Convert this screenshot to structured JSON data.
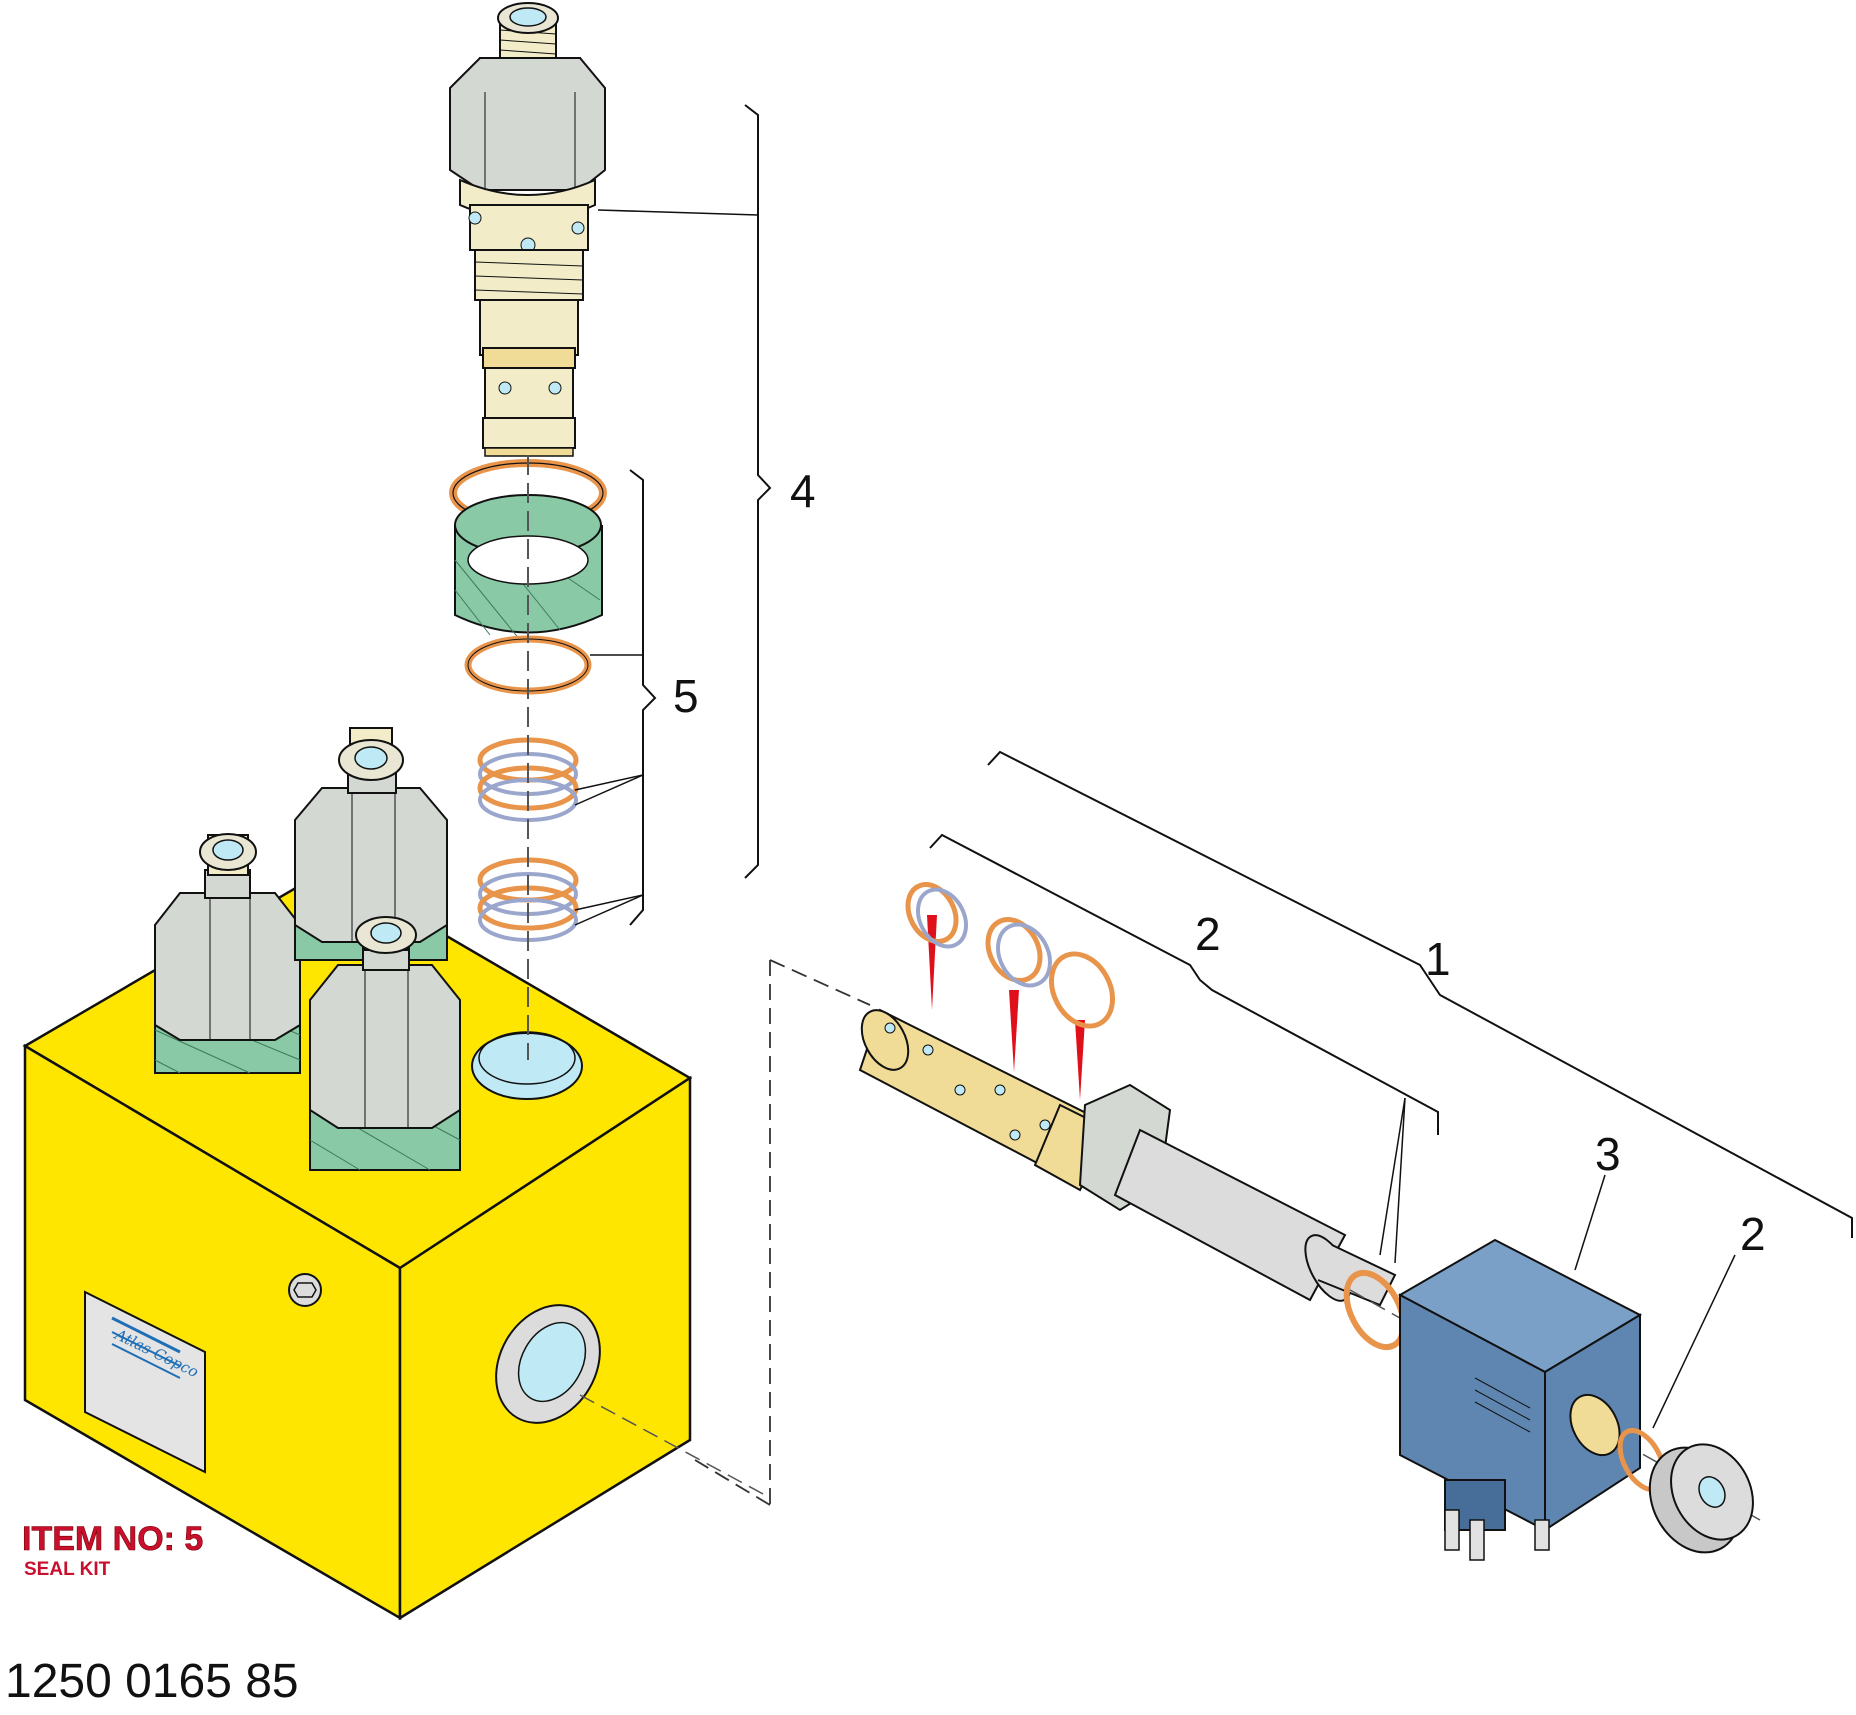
{
  "diagram": {
    "callouts": {
      "c1": "1",
      "c2a": "2",
      "c2b": "2",
      "c3": "3",
      "c4": "4",
      "c5": "5"
    },
    "item_title": "ITEM NO: 5",
    "item_subtitle": "SEAL KIT",
    "part_number": "1250 0165 85",
    "brand_label": "Atlas Copco"
  },
  "colors": {
    "block_yellow": "#ffe600",
    "cartridge_grey": "#d3d8d2",
    "cartridge_cream": "#f2ecc8",
    "seal_orange": "#e8944a",
    "backup_green": "#8ac9a6",
    "coil_blue": "#5f86b0",
    "brass": "#f0dc96",
    "water_blue": "#bfeaf5",
    "leader_red": "#e0101a",
    "title_red": "#c8102e"
  }
}
